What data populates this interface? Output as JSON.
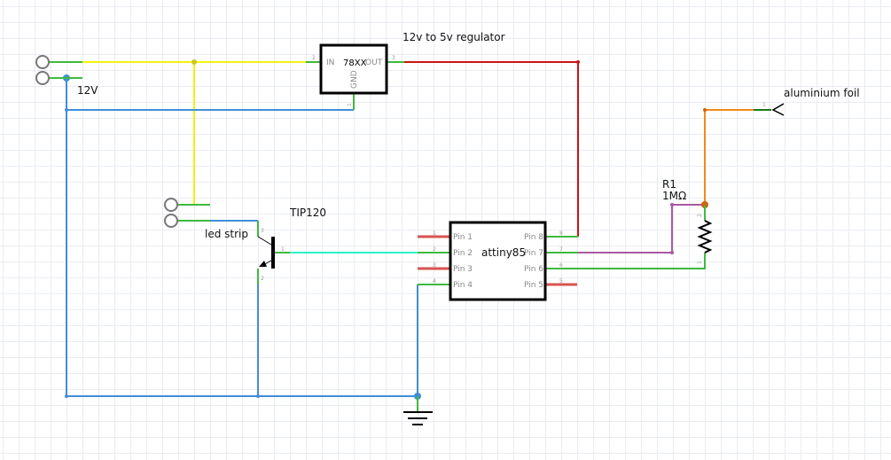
{
  "labels": {
    "power": "12V",
    "regulator_title": "12v to 5v regulator",
    "regulator_part": "78XX",
    "led_strip": "led strip",
    "transistor": "TIP120",
    "mcu": "attiny85",
    "resistor_name": "R1",
    "resistor_value": "1MΩ",
    "foil": "aluminium foil"
  },
  "regulator_pins": {
    "in": "IN",
    "out": "OUT",
    "gnd": "GND",
    "in_num": "2",
    "out_num": "3",
    "gnd_num": "1"
  },
  "mcu_pins_left": [
    "Pin 1",
    "Pin 2",
    "Pin 3",
    "Pin 4"
  ],
  "mcu_pins_right": [
    "Pin 8",
    "Pin 7",
    "Pin 6",
    "Pin 5"
  ],
  "mcu_pin_nums": [
    "1",
    "2",
    "3",
    "4",
    "8",
    "7",
    "6",
    "5"
  ],
  "transistor_pins": [
    "1",
    "2",
    "3"
  ],
  "resistor_pins": [
    "1",
    "2"
  ],
  "foil_pin": "1",
  "wire_colors": {
    "power12v": "#f2f20f",
    "ground": "#418dd9",
    "power5v": "#cc1414",
    "signal_out": "#2df2c8",
    "sense": "#ab58a2",
    "foil": "#f28a1c",
    "pin": "#3dbb3d"
  }
}
